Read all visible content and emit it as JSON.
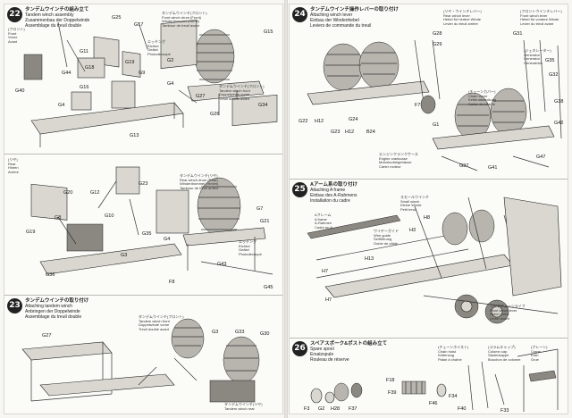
{
  "left_page": {
    "steps": [
      {
        "number": "22",
        "title_jp": "タンデムウインチの組み立て",
        "title_lines": [
          "Tandem winch assembly",
          "Zusammenbau der Doppelwinde",
          "Assemblage du treuil double"
        ],
        "sub_front": [
          "(フロント)",
          "Front",
          "Vorne",
          "Avant"
        ],
        "labels": [
          "G25",
          "G17",
          "G15",
          "G11",
          "G18",
          "G19",
          "G16",
          "G44",
          "G40",
          "G9",
          "G2",
          "G4",
          "G4",
          "G13",
          "G26",
          "G34",
          "G27"
        ],
        "notes": [
          [
            "タンデムウインチ(フロント)",
            "Front winch drum (Front)",
            "Windentrommel (Vorne)",
            "Tambour de treuil avant"
          ],
          [
            "タンデムウインチ(フロント)",
            "Tandem winch front",
            "Doppelwinde vorne",
            "Treuil double avant"
          ],
          [
            "エッチング",
            "Etched",
            "Geätzt",
            "Photodécoupé"
          ]
        ]
      },
      {
        "number": "",
        "sub_rear": [
          "(リヤ)",
          "Rear",
          "Hinten",
          "Arrière"
        ],
        "labels": [
          "G23",
          "G12",
          "G20",
          "G8",
          "G10",
          "G35",
          "G7",
          "G21",
          "G4",
          "G36",
          "G3",
          "F8",
          "G43",
          "G45",
          "G19"
        ],
        "notes": [
          [
            "タンデムウインチ(リヤ)",
            "Rear winch drum (Rear)",
            "Windentrommel (Hinten)",
            "Tambour de treuil arrière"
          ],
          [
            "エッチング",
            "Etched",
            "Geätzt",
            "Photodécoupé"
          ]
        ]
      },
      {
        "number": "23",
        "title_jp": "タンデムウインチの取り付け",
        "title_lines": [
          "Attaching tandem winch",
          "Anbringen der Doppelwinde",
          "Assemblage du treuil double"
        ],
        "labels": [
          "G27",
          "G3",
          "G33",
          "G30"
        ],
        "notes": [
          [
            "タンデムウインチ(フロント)",
            "Tandem winch front",
            "Doppelwinde vorne",
            "Treuil double avant"
          ],
          [
            "タンデムウインチ(リヤ)",
            "Tandem winch rear",
            "Doppelwinde hinten",
            "Treuil double arrière"
          ]
        ]
      }
    ]
  },
  "right_page": {
    "steps": [
      {
        "number": "24",
        "title_jp": "タンデムウインチ操作レバーの取り付け",
        "title_lines": [
          "Attaching winch lever",
          "Einbau der Windenhebel",
          "Leviers de commande du treuil"
        ],
        "labels": [
          "G28",
          "G29",
          "G31",
          "G35",
          "G22",
          "H12",
          "G24",
          "G23",
          "H12",
          "B24",
          "F7",
          "G1",
          "G32",
          "G47",
          "G41",
          "G42",
          "G37",
          "G38"
        ],
        "notes": [
          [
            "(リヤ・ウインチレバー)",
            "Rear winch lever",
            "Hebel für hintere Winde",
            "Levier du treuil arrière"
          ],
          [
            "(フロントウインチレバー)",
            "Front winch lever",
            "Hebel für vordere Winde",
            "Levier du treuil avant"
          ],
          [
            "(チェーンカバー)",
            "Chain cover",
            "Kettenabdeckung",
            "Carter de chaîne"
          ],
          [
            "(ジェネレーター)",
            "Generator",
            "Generator",
            "Génératrice"
          ],
          [
            "エンジンクランクケース",
            "Engine crankcase",
            "Motorkurbelgehäuse",
            "Carter moteur"
          ]
        ]
      },
      {
        "number": "25",
        "title_jp": "Aアーム系の取り付け",
        "title_lines": [
          "Attaching A frame",
          "Einbau des A-Rahmens",
          "Installation du cadre"
        ],
        "labels": [
          "H13",
          "H7",
          "H7",
          "H3",
          "H8"
        ],
        "notes": [
          [
            "スモールウインチ",
            "Small winch",
            "Kleine Winde",
            "Petit treuil"
          ],
          [
            "Aフレーム",
            "A frame",
            "A-Rahmen",
            "Cadre en A"
          ],
          [
            "ワイヤーガイド",
            "Wire guide",
            "Seilführung",
            "Guide de câble"
          ],
          [
            "フックチェーンライフ",
            "Front winch lever",
            "Hebel vorne",
            "Levier avant"
          ]
        ]
      },
      {
        "number": "26",
        "title_jp": "スペアスポーク&ポストの組み立て",
        "title_lines": [
          "Spare spool",
          "Ersatzspule",
          "Rouleau de réserve"
        ],
        "labels": [
          "F18",
          "F39",
          "F3",
          "G2",
          "H28",
          "F37",
          "F46",
          "F34",
          "F33",
          "F40"
        ],
        "notes": [
          [
            "(チェーンホイスト)",
            "Chain hoist",
            "Kettenzug",
            "Palan à chaîne"
          ],
          [
            "(コラムキャップ)",
            "Column cap",
            "Säulenkappe",
            "Bouchon de colonne"
          ],
          [
            "(クレーン)",
            "Crane",
            "Kran",
            "Grue"
          ]
        ]
      }
    ]
  }
}
